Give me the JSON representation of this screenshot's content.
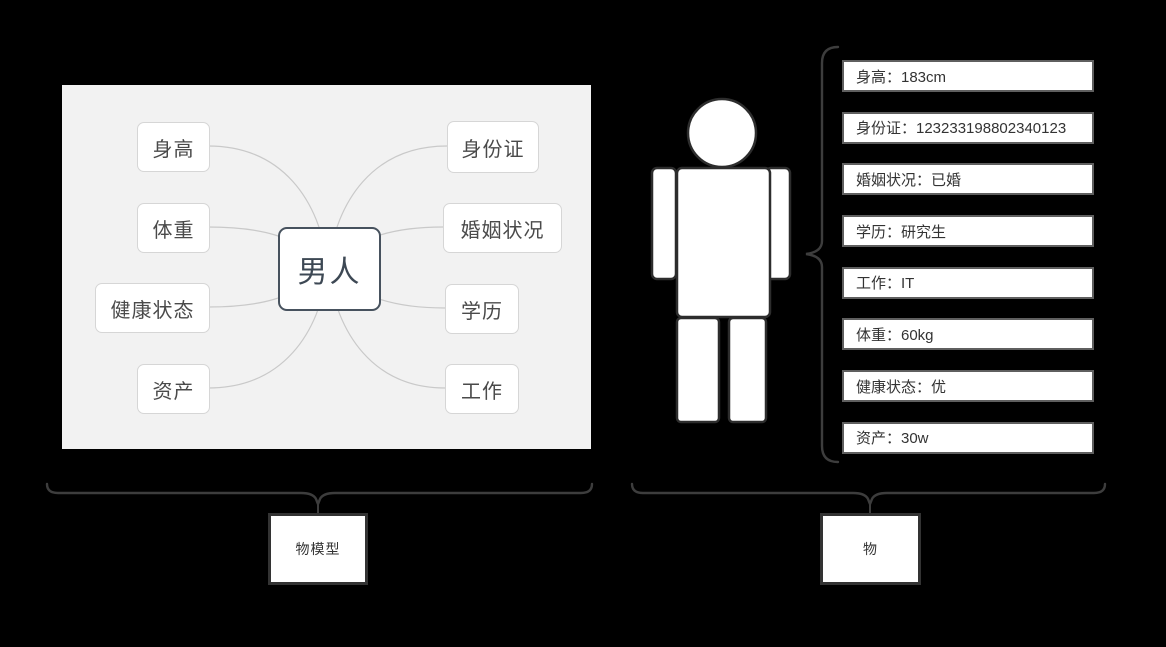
{
  "thing_model": {
    "label": "物模型",
    "center_node": "男人",
    "left_nodes": [
      "身高",
      "体重",
      "健康状态",
      "资产"
    ],
    "right_nodes": [
      "身份证",
      "婚姻状况",
      "学历",
      "工作"
    ]
  },
  "thing": {
    "label": "物",
    "attributes": [
      "身高：183cm",
      "身份证：123233198802340123",
      "婚姻状况：已婚",
      "学历：研究生",
      "工作：IT",
      "体重：60kg",
      "健康状态：优",
      "资产：30w"
    ]
  },
  "colors": {
    "page_bg": "#000000",
    "panel_bg": "#f2f2f2",
    "node_border": "#d6d6d6",
    "center_node_border": "#47525e",
    "node_text": "#4a4a4a",
    "center_node_text": "#3d4854",
    "connector_line": "#c9c9c9",
    "brace": "#3d3d3d",
    "attr_box_border": "#5f5f5f",
    "attr_text": "#333333",
    "figure_stroke": "#2d2d2d"
  }
}
